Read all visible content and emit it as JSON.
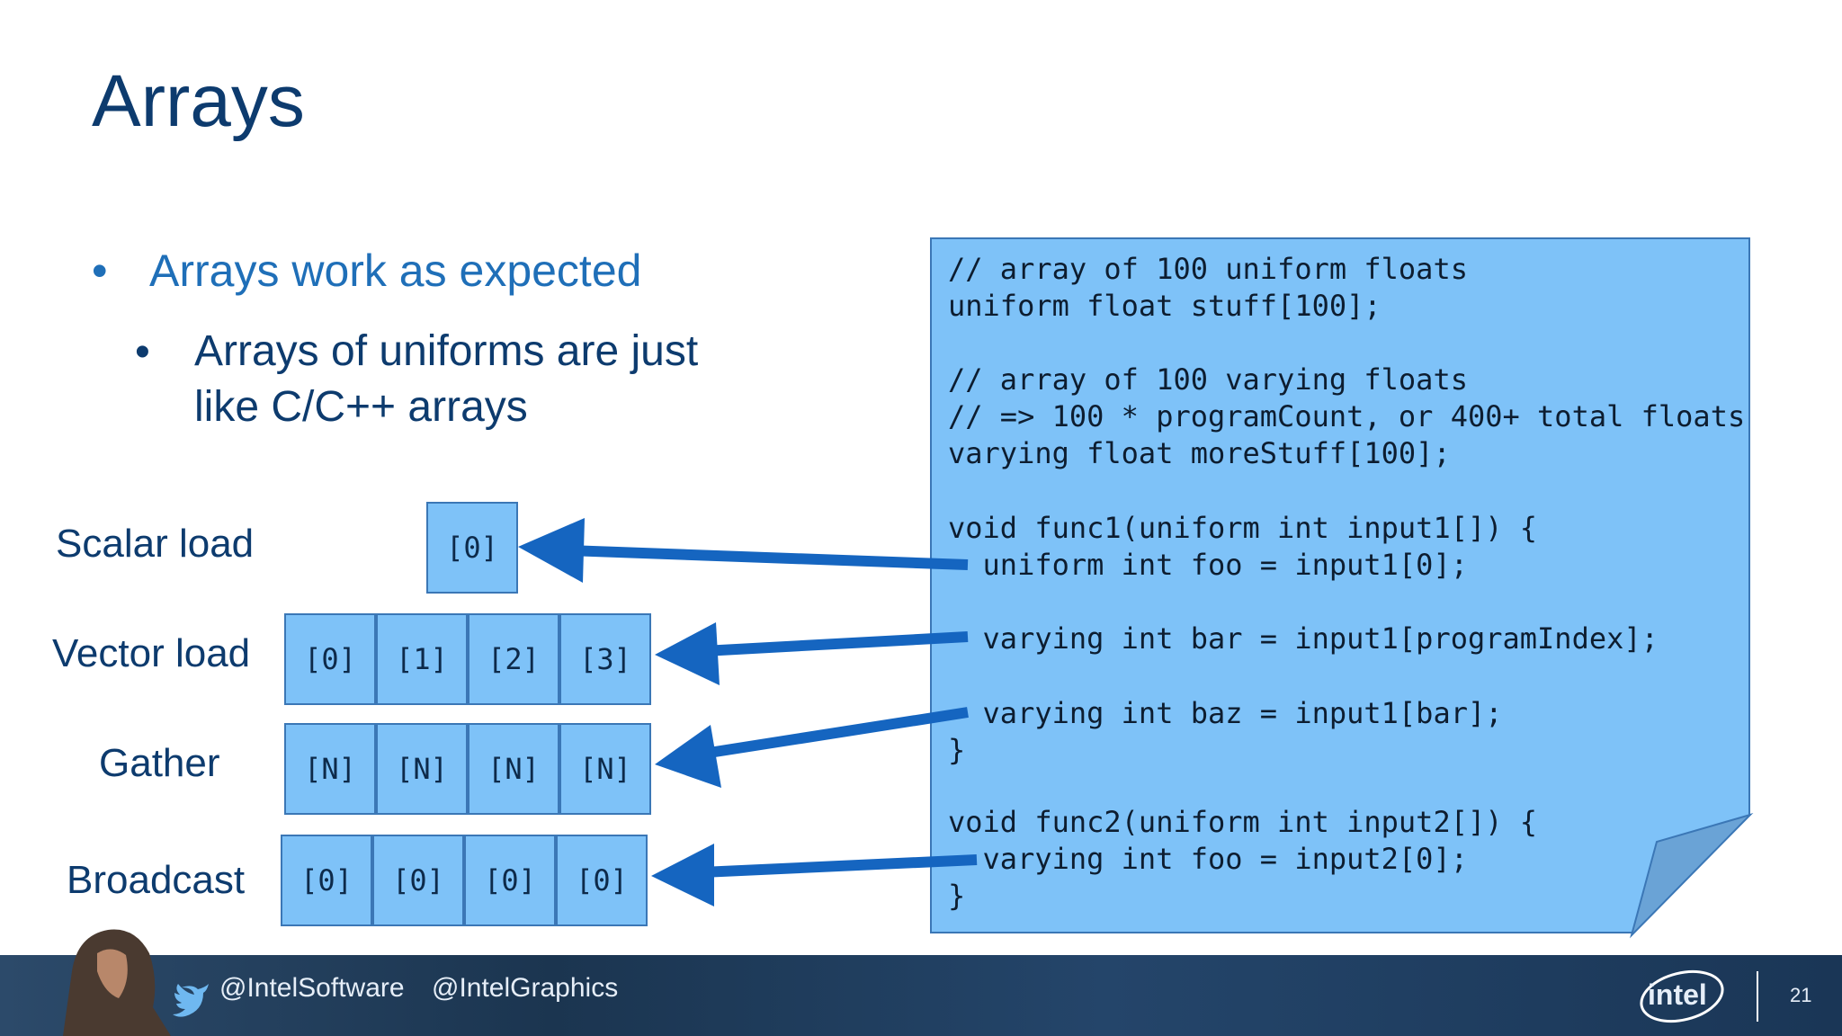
{
  "slide": {
    "title": "Arrays",
    "bullet1": "Arrays work as expected",
    "bullet2": "Arrays of uniforms are just like C/C++ arrays",
    "bullet_glyph": "•"
  },
  "diagram": {
    "scalar": {
      "label": "Scalar load",
      "cells": [
        "[0]"
      ]
    },
    "vector": {
      "label": "Vector load",
      "cells": [
        "[0]",
        "[1]",
        "[2]",
        "[3]"
      ]
    },
    "gather": {
      "label": "Gather",
      "cells": [
        "[N]",
        "[N]",
        "[N]",
        "[N]"
      ]
    },
    "broadcast": {
      "label": "Broadcast",
      "cells": [
        "[0]",
        "[0]",
        "[0]",
        "[0]"
      ]
    }
  },
  "code": [
    "// array of 100 uniform floats",
    "uniform float stuff[100];",
    "// array of 100 varying floats",
    "// => 100 * programCount, or 400+ total floats",
    "varying float moreStuff[100];",
    "void func1(uniform int input1[]) {",
    "  uniform int foo = input1[0];",
    "  varying int bar = input1[programIndex];",
    "  varying int baz = input1[bar];",
    "}",
    "void func2(uniform int input2[]) {",
    "  varying int foo = input2[0];",
    "}"
  ],
  "footer": {
    "handle1": "@IntelSoftware",
    "handle2": "@IntelGraphics",
    "logo": "intel",
    "page_number": "21"
  },
  "colors": {
    "accent": "#1f6fb8",
    "arrow": "#1565c0",
    "cell": "#7ec2f8",
    "title": "#0d3b6e"
  }
}
